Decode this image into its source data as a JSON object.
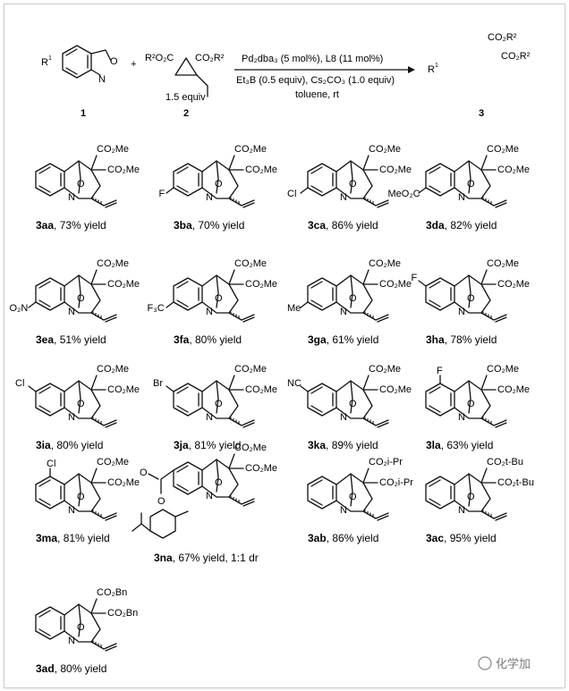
{
  "scheme": {
    "reactant1": {
      "label": "1",
      "r_group": "R",
      "r_sup": "1",
      "n": "N",
      "o": "O"
    },
    "plus": "+",
    "reactant2": {
      "label": "2",
      "equiv": "1.5 equiv",
      "left_sub": "R²O₂C",
      "right_sub": "CO₂R²"
    },
    "conditions_line1": "Pd₂dba₃ (5 mol%), L8 (11 mol%)",
    "conditions_line2": "Et₃B (0.5 equiv), Cs₂CO₃ (1.0 equiv)",
    "conditions_line3": "toluene, rt",
    "product": {
      "label": "3",
      "r_group": "R",
      "r_sup": "1",
      "ester1": "CO₂R²",
      "ester2": "CO₂R²"
    }
  },
  "compounds": [
    {
      "id": "3aa",
      "yield": ", 73% yield",
      "sub": "",
      "e1": "CO₂Me",
      "e2": "CO₂Me"
    },
    {
      "id": "3ba",
      "yield": ", 70% yield",
      "sub": "F",
      "e1": "CO₂Me",
      "e2": "CO₂Me"
    },
    {
      "id": "3ca",
      "yield": ", 86% yield",
      "sub": "Cl",
      "e1": "CO₂Me",
      "e2": "CO₂Me"
    },
    {
      "id": "3da",
      "yield": ", 82% yield",
      "sub": "MeO₂C",
      "e1": "CO₂Me",
      "e2": "CO₂Me"
    },
    {
      "id": "3ea",
      "yield": ", 51% yield",
      "sub": "O₂N",
      "e1": "CO₂Me",
      "e2": "CO₂Me"
    },
    {
      "id": "3fa",
      "yield": ", 80% yield",
      "sub": "F₃C",
      "e1": "CO₂Me",
      "e2": "CO₂Me"
    },
    {
      "id": "3ga",
      "yield": ", 61% yield",
      "sub": "Me",
      "e1": "CO₂Me",
      "e2": "CO₂Me"
    },
    {
      "id": "3ha",
      "yield": ", 78% yield",
      "sub": "F",
      "e1": "CO₂Me",
      "e2": "CO₂Me"
    },
    {
      "id": "3ia",
      "yield": ", 80% yield",
      "sub": "Cl",
      "e1": "CO₂Me",
      "e2": "CO₂Me"
    },
    {
      "id": "3ja",
      "yield": ", 81% yield",
      "sub": "Br",
      "e1": "CO₂Me",
      "e2": "CO₂Me"
    },
    {
      "id": "3ka",
      "yield": ", 89% yield",
      "sub": "NC",
      "e1": "CO₂Me",
      "e2": "CO₂Me"
    },
    {
      "id": "3la",
      "yield": ", 63% yield",
      "sub": "F",
      "e1": "CO₂Me",
      "e2": "CO₂Me"
    },
    {
      "id": "3ma",
      "yield": ", 81% yield",
      "sub": "Cl",
      "e1": "CO₂Me",
      "e2": "CO₂Me"
    },
    {
      "id": "3na",
      "yield": ", 67% yield, 1:1 dr",
      "sub": "O",
      "e1": "CO₂Me",
      "e2": "CO₂Me"
    },
    {
      "id": "3ab",
      "yield": ", 86% yield",
      "sub": "",
      "e1": "CO₂i-Pr",
      "e2": "CO₂i-Pr"
    },
    {
      "id": "3ac",
      "yield": ", 95% yield",
      "sub": "",
      "e1": "CO₂t-Bu",
      "e2": "CO₂t-Bu"
    },
    {
      "id": "3ad",
      "yield": ", 80% yield",
      "sub": "",
      "e1": "CO₂Bn",
      "e2": "CO₂Bn"
    }
  ],
  "atoms": {
    "n": "N",
    "o": "O"
  },
  "watermark": "化学加"
}
